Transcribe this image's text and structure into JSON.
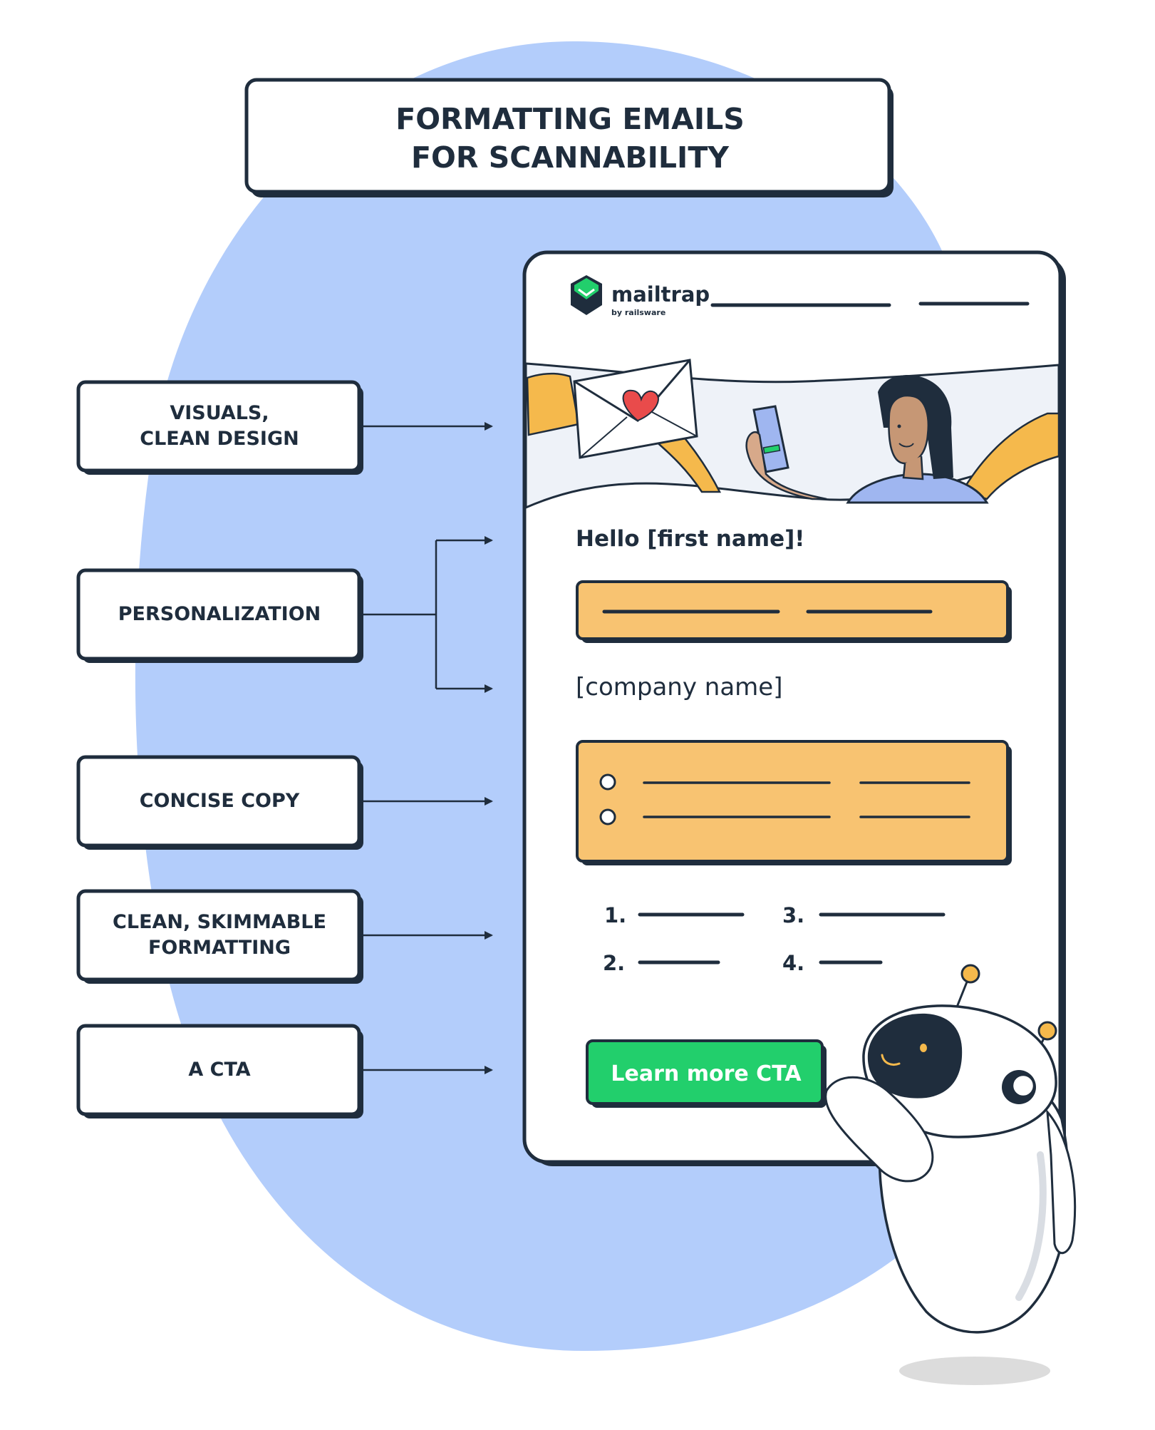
{
  "title": {
    "line1": "FORMATTING EMAILS",
    "line2": "FOR SCANNABILITY"
  },
  "features": [
    {
      "line1": "VISUALS,",
      "line2": "CLEAN DESIGN"
    },
    {
      "line1": "PERSONALIZATION",
      "line2": ""
    },
    {
      "line1": "CONCISE COPY",
      "line2": ""
    },
    {
      "line1": "CLEAN, SKIMMABLE",
      "line2": "FORMATTING"
    },
    {
      "line1": "A CTA",
      "line2": ""
    }
  ],
  "email": {
    "brand": "mailtrap",
    "brand_sub": "by railsware",
    "greeting": "Hello [first name]!",
    "company": "[company name]",
    "list_numbers": [
      "1.",
      "2.",
      "3.",
      "4."
    ],
    "cta_label": "Learn more CTA"
  },
  "colors": {
    "blob": "#b3cdfb",
    "ink": "#1f2d3d",
    "orange": "#f8c371",
    "green": "#22cf6c",
    "brand_green": "#22cf6c"
  }
}
